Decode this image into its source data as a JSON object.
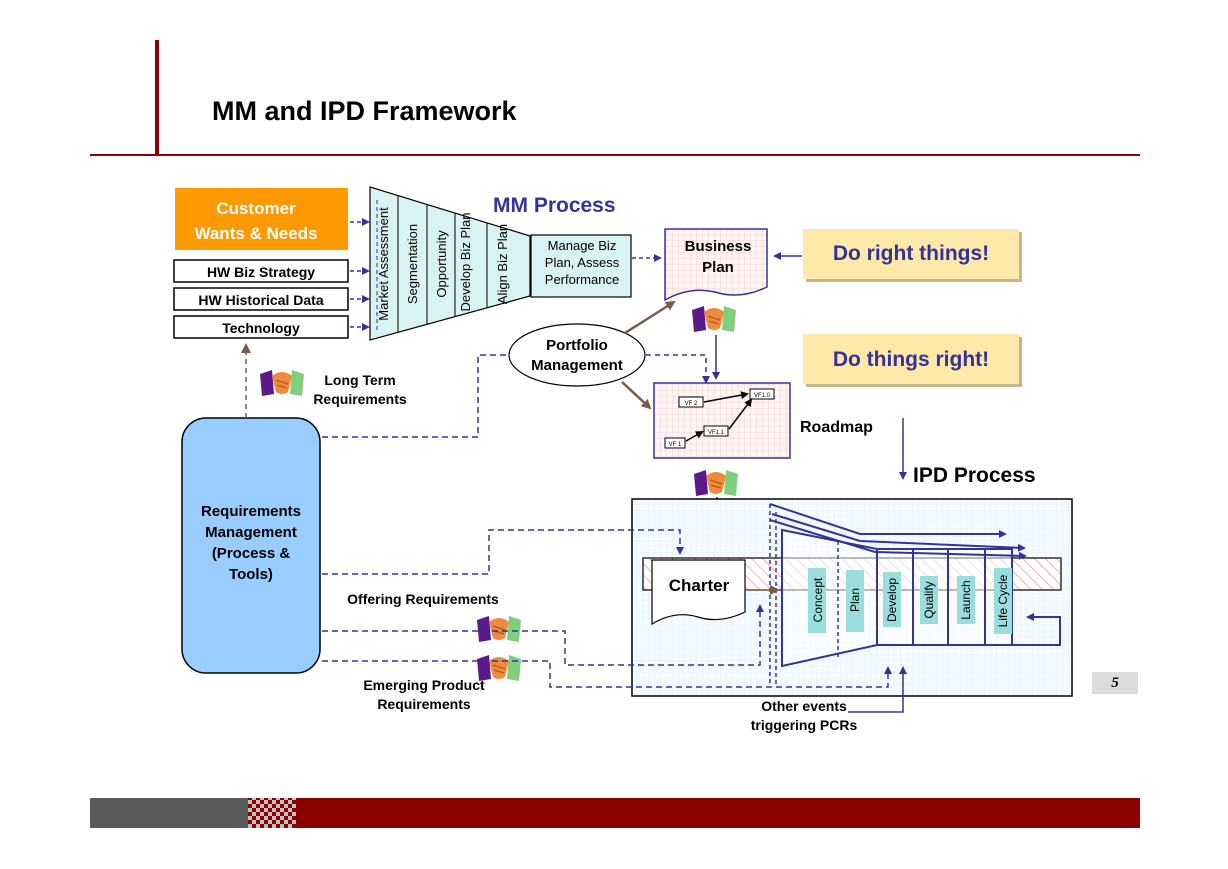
{
  "page": {
    "title": "MM and IPD Framework",
    "number": "5"
  },
  "colors": {
    "accent": "#8b0000",
    "mm_blue": "#333399",
    "orange": "#ff9900",
    "req_blue": "#99ccff",
    "banner": "#ffe9a8",
    "funnel": "#d9f2f2",
    "plan_pink": "#ffe0e0"
  },
  "inputs": {
    "customer": [
      "Customer",
      "Wants & Needs"
    ],
    "strategy": "HW Biz Strategy",
    "historical": "HW Historical Data",
    "technology": "Technology"
  },
  "mm": {
    "title": "MM Process",
    "stages": [
      "Market Assessment",
      "Segmentation",
      "Opportunity",
      "Develop Biz Plan",
      "Align Biz Plan"
    ],
    "manage": [
      "Manage Biz",
      "Plan, Assess",
      "Performance"
    ]
  },
  "business_plan": [
    "Business",
    "Plan"
  ],
  "banners": {
    "right_things": "Do right things!",
    "things_right": "Do things right!"
  },
  "portfolio": [
    "Portfolio",
    "Management"
  ],
  "roadmap": {
    "label": "Roadmap",
    "nodes": [
      "VF 1",
      "VF 2",
      "VF1.1",
      "VF1.0"
    ]
  },
  "ipd": {
    "title": "IPD Process",
    "charter": "Charter",
    "phases": [
      "Concept",
      "Plan",
      "Develop",
      "Qualify",
      "Launch",
      "Life Cycle"
    ]
  },
  "requirements": {
    "box": [
      "Requirements",
      "Management",
      "(Process &",
      "Tools)"
    ],
    "long_term": [
      "Long Term",
      "Requirements"
    ],
    "offering": "Offering Requirements",
    "emerging": [
      "Emerging Product",
      "Requirements"
    ],
    "other": [
      "Other events",
      "triggering PCRs"
    ]
  }
}
